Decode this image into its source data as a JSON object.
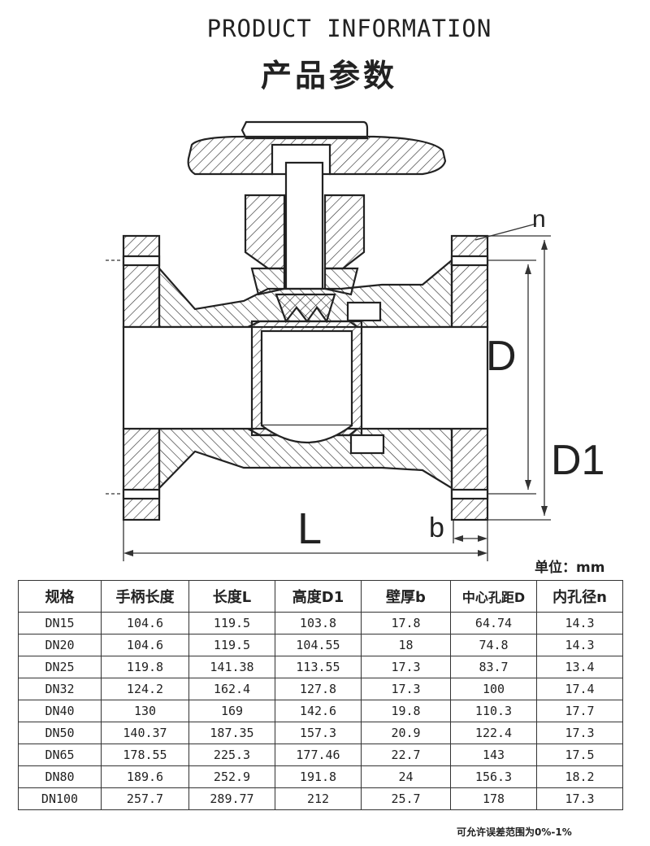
{
  "header": {
    "title_en": "PRODUCT INFORMATION",
    "title_cn": "产品参数"
  },
  "drawing": {
    "labels": {
      "n": "n",
      "D": "D",
      "D1": "D1",
      "L": "L",
      "b": "b"
    }
  },
  "unit_label": "单位：mm",
  "table": {
    "headers": [
      "规格",
      "手柄长度",
      "长度L",
      "高度D1",
      "壁厚b",
      "中心孔距D",
      "内孔径n"
    ],
    "rows": [
      [
        "DN15",
        "104.6",
        "119.5",
        "103.8",
        "17.8",
        "64.74",
        "14.3"
      ],
      [
        "DN20",
        "104.6",
        "119.5",
        "104.55",
        "18",
        "74.8",
        "14.3"
      ],
      [
        "DN25",
        "119.8",
        "141.38",
        "113.55",
        "17.3",
        "83.7",
        "13.4"
      ],
      [
        "DN32",
        "124.2",
        "162.4",
        "127.8",
        "17.3",
        "100",
        "17.4"
      ],
      [
        "DN40",
        "130",
        "169",
        "142.6",
        "19.8",
        "110.3",
        "17.7"
      ],
      [
        "DN50",
        "140.37",
        "187.35",
        "157.3",
        "20.9",
        "122.4",
        "17.3"
      ],
      [
        "DN65",
        "178.55",
        "225.3",
        "177.46",
        "22.7",
        "143",
        "17.5"
      ],
      [
        "DN80",
        "189.6",
        "252.9",
        "191.8",
        "24",
        "156.3",
        "18.2"
      ],
      [
        "DN100",
        "257.7",
        "289.77",
        "212",
        "25.7",
        "178",
        "17.3"
      ]
    ]
  },
  "footer_note": "可允许误差范围为0%-1%"
}
